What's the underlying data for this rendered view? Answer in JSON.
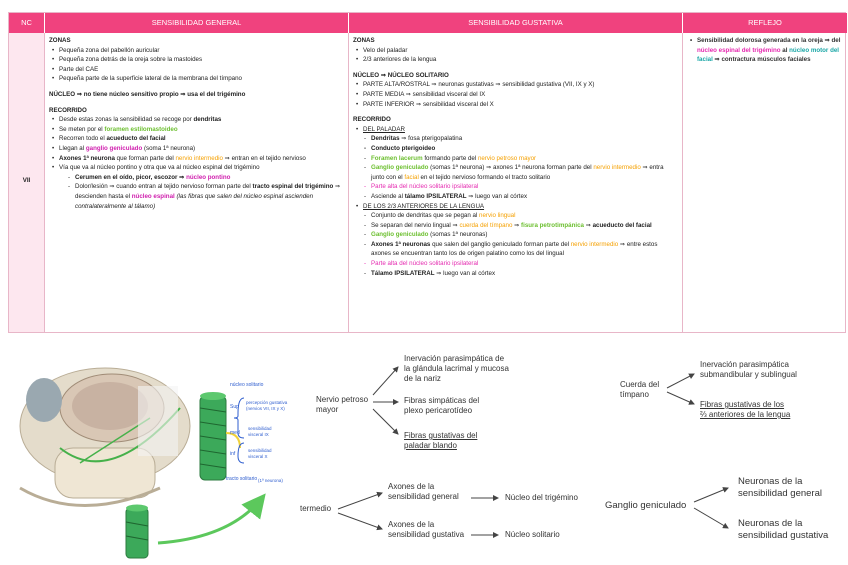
{
  "table": {
    "headers": [
      "NC",
      "SENSIBILIDAD GENERAL",
      "SENSIBILIDAD GUSTATIVA",
      "REFLEJO"
    ],
    "nc": "VII",
    "general": {
      "zonas_title": "ZONAS",
      "zonas": [
        "Pequeña zona del pabellón auricular",
        "Pequeña zona detrás de la oreja sobre la mastoides",
        "Parte del CAE",
        "Pequeña parte de la superficie lateral de la membrana del tímpano"
      ],
      "nucleo": "NÚCLEO ⇒ no tiene núcleo sensitivo propio ⇒ usa el del trigémino",
      "recorrido_title": "RECORRIDO",
      "r1a": "Desde estas zonas la sensibilidad se recoge por ",
      "r1b": "dendritas",
      "r2a": "Se meten por el ",
      "r2b": "foramen estilomastoideo",
      "r3a": "Recorren todo el ",
      "r3b": "acueducto del facial",
      "r4a": "Llegan al ",
      "r4b": "ganglio geniculado",
      "r4c": " (soma 1ª neurona)",
      "r5a": "Axones 1ª neurona",
      "r5b": " que forman parte del ",
      "r5c": "nervio intermedio",
      "r5d": " ⇒ entran en el tejido nervioso",
      "r6": "Vía que va al núcleo pontino y otra que va al núcleo espinal del trigémino",
      "r7a": "Cerumen en el oído, picor, escozor ⇒ ",
      "r7b": "núcleo pontino",
      "r8a": "Dolor/lesión ⇒ cuando entran al tejido nervioso forman parte del ",
      "r8b": "tracto espinal del trigémino",
      "r8c": " ⇒ descienden hasta el ",
      "r8d": "núcleo espinal",
      "r8e": " (las fibras que salen del núcleo espinal ascienden contralateralmente al tálamo)"
    },
    "gustativa": {
      "zonas_title": "ZONAS",
      "zonas": [
        "Velo del paladar",
        "2/3 anteriores de la lengua"
      ],
      "nucleo": "NÚCLEO ⇒ NÚCLEO SOLITARIO",
      "n1": "PARTE ALTA/ROSTRAL ⇒ neuronas gustativas ⇒ sensibilidad gustativa (VII, IX y X)",
      "n2": "PARTE MEDIA ⇒ sensibilidad visceral del IX",
      "n3": "PARTE INFERIOR ⇒ sensibilidad visceral del X",
      "recorrido_title": "RECORRIDO",
      "paladar_title": "DEL PALADAR",
      "p1a": "Dendritas",
      "p1b": " ⇒ fosa pterigopalatina",
      "p2": "Conducto pterigoideo",
      "p3a": "Foramen lacerum",
      "p3b": " formando parte del ",
      "p3c": "nervio petroso mayor",
      "p4a": "Ganglio geniculado",
      "p4b": " (somas 1ª neurona) ⇒ ",
      "p4c": "axones 1ª neurona forman parte del ",
      "p4d": "nervio intermedio",
      "p4e": " ⇒ entra junto con el ",
      "p4f": "facial",
      "p4g": " en el tejido nervioso formando el tracto solitario",
      "p5": "Parte alta del núcleo solitario ipsilateral",
      "p6a": "Asciende al ",
      "p6b": "tálamo IPSILATERAL",
      "p6c": " ⇒ luego van al córtex",
      "lengua_title": "DE LOS 2/3 ANTERIORES DE LA LENGUA",
      "l1a": "Conjunto de dendritas que se pegan al ",
      "l1b": "nervio lingual",
      "l2a": "Se separan del nervio lingual ⇒ ",
      "l2b": "cuerda del tímpano",
      "l2c": " ⇒ ",
      "l2d": "fisura petrotimpánica",
      "l2e": " ⇒ ",
      "l2f": "acueducto del facial",
      "l3a": "Ganglio geniculado",
      "l3b": " (somas 1ª neuronas)",
      "l4a": "Axones 1ª neuronas",
      "l4b": " que salen del ganglio geniculado forman parte del ",
      "l4c": "nervio intermedio",
      "l4d": " ⇒ entre estos axones se encuentran tanto los de origen palatino como los del lingual",
      "l5": "Parte alta del núcleo solitario ipsilateral",
      "l6a": "Tálamo IPSILATERAL",
      "l6b": " ⇒ luego van al córtex"
    },
    "reflejo": {
      "a": "Sensibilidad dolorosa generada en la oreja ⇒ del ",
      "b": "núcleo espinal del trigémino",
      "c": " al ",
      "d": "núcleo motor del facial",
      "e": " ⇒ contractura músculos faciales"
    }
  },
  "diagram": {
    "petroso": "Nervio petroso mayor",
    "pet1": "Inervación parasimpática de la glándula lacrimal y mucosa de la nariz",
    "pet2": "Fibras simpáticas del plexo pericarotídeo",
    "pet3": "Fibras gustativas del paladar blando",
    "cuerda": "Cuerda del tímpano",
    "cu1": "Inervación parasimpática submandibular y sublingual",
    "cu2": "Fibras gustativas de los ⅔ anteriores de la lengua",
    "intermedio": "termedio",
    "in1": "Axones de la sensibilidad general",
    "in2": "Axones de la sensibilidad gustativa",
    "in1r": "Núcleo del trigémino",
    "in2r": "Núcleo solitario",
    "ganglio": "Ganglio geniculado",
    "g1": "Neuronas de la sensibilidad general",
    "g2": "Neuronas de la sensibilidad gustativa",
    "hw_top": "núcleo solitario",
    "hw_sup": "Sup",
    "hw_sup2": "percepción gustativa (nervios VII, IX y X)",
    "hw_med": "med",
    "hw_med2": "sensibilidad visceral IX",
    "hw_inf": "inf",
    "hw_inf2": "sensibilidad visceral X",
    "hw_bot": "tracto solitario",
    "hw_bot2": "(1ª neurona)"
  }
}
